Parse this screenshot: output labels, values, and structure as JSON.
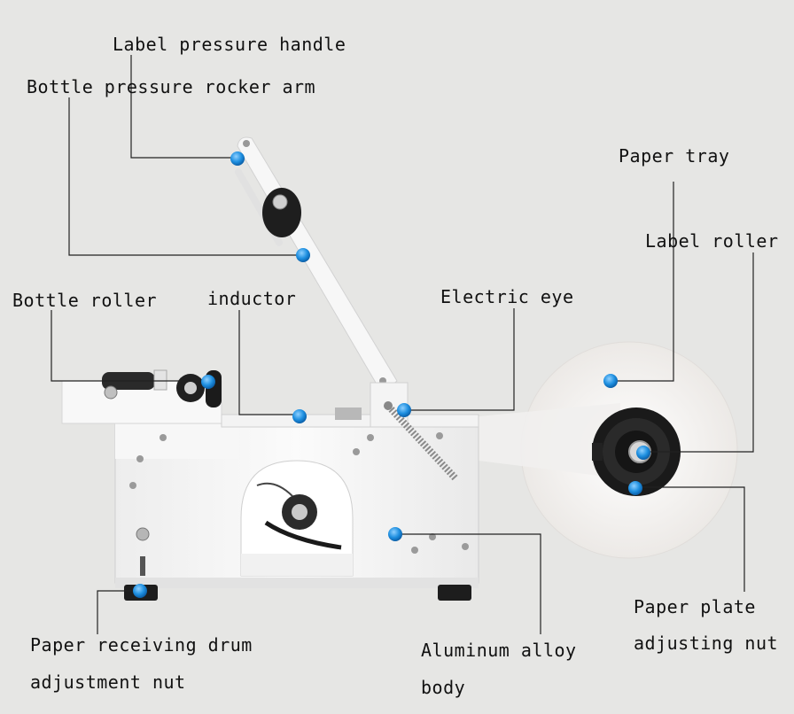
{
  "labels": {
    "label_pressure_handle": "Label pressure handle",
    "bottle_pressure_rocker_arm": "Bottle pressure rocker arm",
    "paper_tray": "Paper tray",
    "label_roller": "Label roller",
    "bottle_roller": "Bottle roller",
    "inductor": "inductor",
    "electric_eye": "Electric eye",
    "paper_receiving_line1": "Paper receiving drum",
    "paper_receiving_line2": "adjustment nut",
    "aluminum_line1": "Aluminum alloy",
    "aluminum_line2": "body",
    "paper_plate_line1": "Paper plate",
    "paper_plate_line2": "adjusting nut"
  },
  "colors": {
    "marker": "#1e8fe0",
    "leader": "#222222",
    "machine_body": "#f6f6f6",
    "paper_roll": "#f3f2f0"
  }
}
